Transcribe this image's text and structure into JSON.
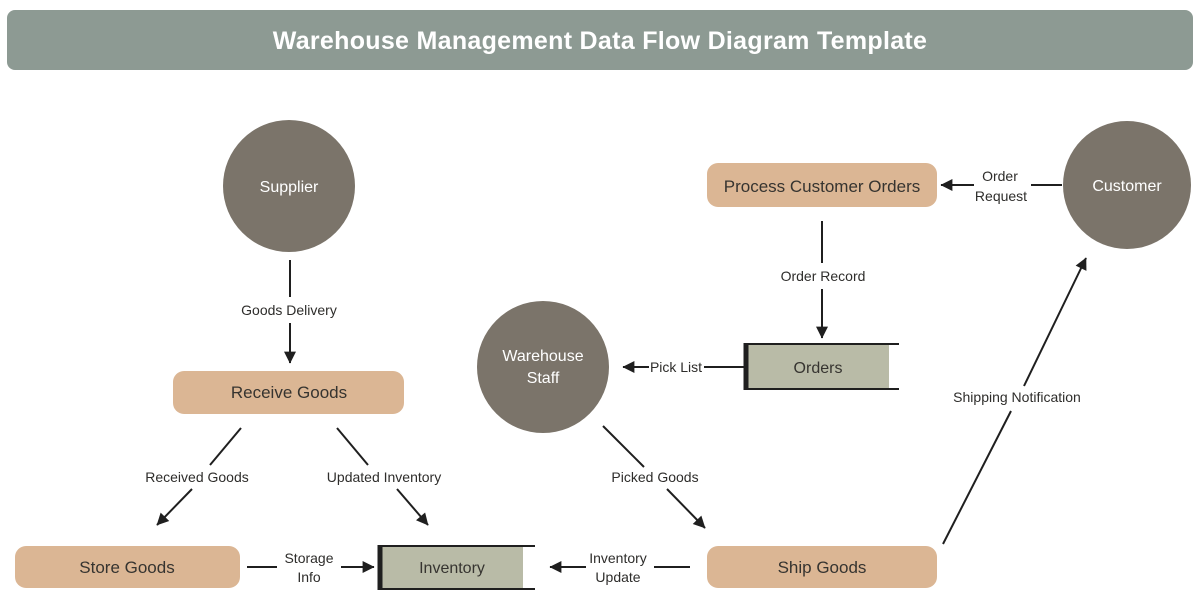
{
  "header": {
    "title": "Warehouse Management Data Flow Diagram Template",
    "bg_color": "#8d9a93",
    "text_color": "#ffffff"
  },
  "colors": {
    "external_entity_fill": "#7b746a",
    "process_fill": "#dbb694",
    "datastore_fill": "#b9bba7",
    "connector": "#1f1f1f",
    "flow_label_text": "#2e2d2b",
    "node_text_dark": "#363430",
    "node_text_light": "#ffffff",
    "canvas_bg": "#ffffff"
  },
  "nodes": {
    "supplier": {
      "label": "Supplier",
      "type": "external-entity"
    },
    "customer": {
      "label": "Customer",
      "type": "external-entity"
    },
    "warehouse_staff": {
      "line1": "Warehouse",
      "line2": "Staff",
      "type": "external-entity"
    },
    "receive_goods": {
      "label": "Receive Goods",
      "type": "process"
    },
    "process_customer_orders": {
      "label": "Process Customer Orders",
      "type": "process"
    },
    "store_goods": {
      "label": "Store Goods",
      "type": "process"
    },
    "ship_goods": {
      "label": "Ship Goods",
      "type": "process"
    },
    "orders": {
      "label": "Orders",
      "type": "data-store"
    },
    "inventory": {
      "label": "Inventory",
      "type": "data-store"
    }
  },
  "flows": {
    "goods_delivery": {
      "label": "Goods Delivery",
      "from": "supplier",
      "to": "receive_goods"
    },
    "received_goods": {
      "label": "Received Goods",
      "from": "receive_goods",
      "to": "store_goods"
    },
    "updated_inventory": {
      "label": "Updated Inventory",
      "from": "receive_goods",
      "to": "inventory"
    },
    "storage_info": {
      "line1": "Storage",
      "line2": "Info",
      "from": "store_goods",
      "to": "inventory"
    },
    "order_request": {
      "line1": "Order",
      "line2": "Request",
      "from": "customer",
      "to": "process_customer_orders"
    },
    "order_record": {
      "label": "Order Record",
      "from": "process_customer_orders",
      "to": "orders"
    },
    "pick_list": {
      "label": "Pick List",
      "from": "orders",
      "to": "warehouse_staff"
    },
    "picked_goods": {
      "label": "Picked Goods",
      "from": "warehouse_staff",
      "to": "ship_goods"
    },
    "inventory_update": {
      "line1": "Inventory",
      "line2": "Update",
      "from": "ship_goods",
      "to": "inventory"
    },
    "shipping_notification": {
      "label": "Shipping Notification",
      "from": "ship_goods",
      "to": "customer"
    }
  }
}
